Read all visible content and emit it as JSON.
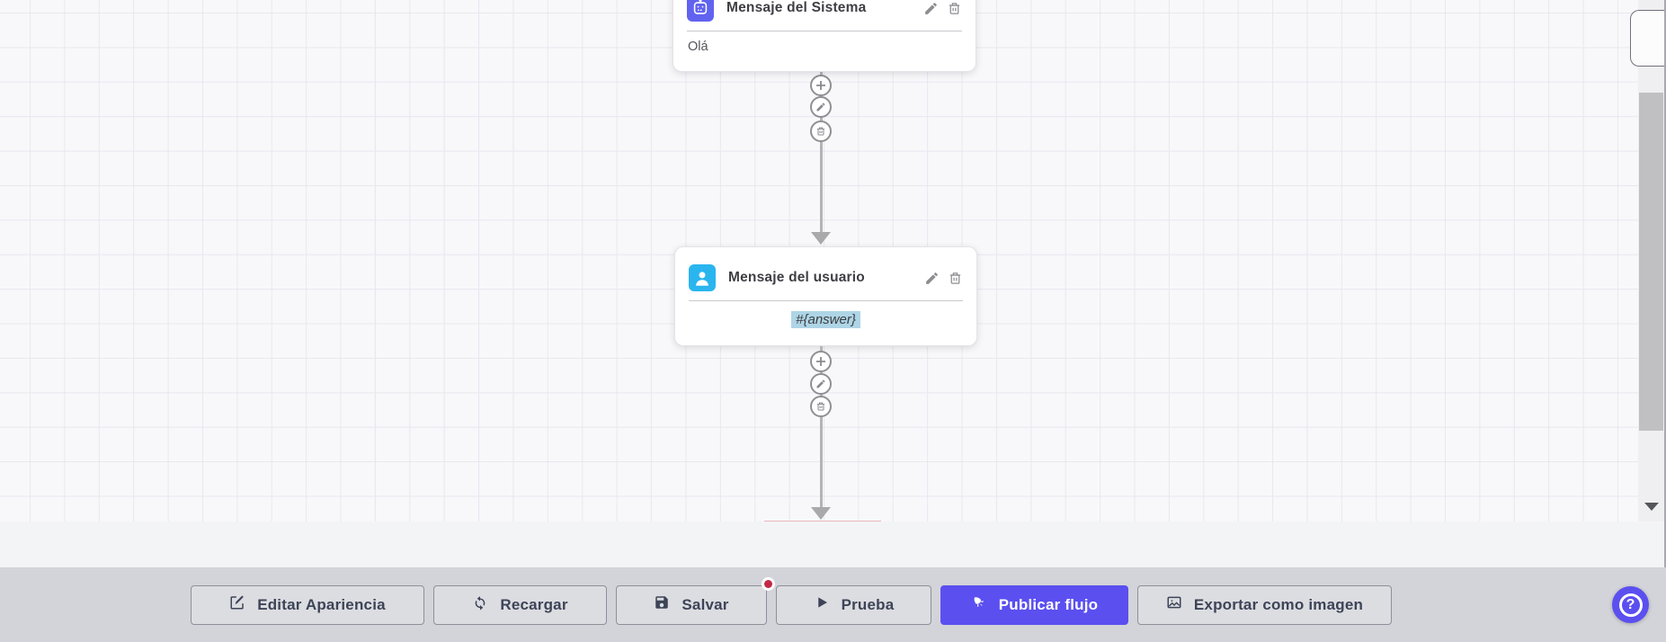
{
  "colors": {
    "accent_purple": "#5b4ff0",
    "system_icon_bg": "#6163f0",
    "user_icon_bg": "#2ab5ef",
    "answer_highlight": "#aed5e6",
    "alert_dot": "#c42847",
    "toolbar_bg": "#d3d4d9",
    "connector_gray": "#b4b4b6"
  },
  "canvas": {
    "nodes": [
      {
        "title": "Mensaje del Sistema",
        "body": "Olá",
        "icon": "robot-icon"
      },
      {
        "title": "Mensaje del usuario",
        "body": "#{answer}",
        "icon": "user-icon"
      }
    ],
    "connector_actions": [
      "add",
      "edit",
      "delete"
    ]
  },
  "toolbar": {
    "buttons": [
      {
        "label": "Editar Apariencia",
        "icon": "edit-icon"
      },
      {
        "label": "Recargar",
        "icon": "refresh-icon"
      },
      {
        "label": "Salvar",
        "icon": "save-icon",
        "has_alert_dot": true
      },
      {
        "label": "Prueba",
        "icon": "play-icon"
      },
      {
        "label": "Publicar flujo",
        "icon": "rocket-icon",
        "primary": true
      },
      {
        "label": "Exportar como imagen",
        "icon": "image-icon"
      }
    ]
  },
  "help": {
    "label": "?"
  }
}
